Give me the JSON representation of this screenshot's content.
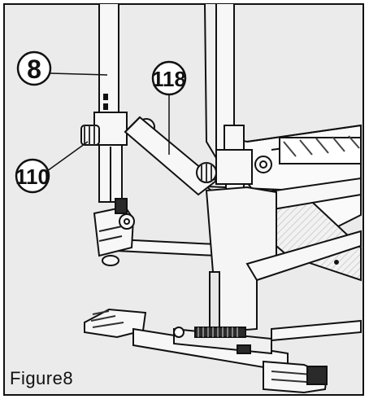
{
  "figure": {
    "caption": "Figure8"
  },
  "callouts": [
    {
      "label": "8",
      "target": "upright post"
    },
    {
      "label": "118",
      "target": "handlebar arm"
    },
    {
      "label": "110",
      "target": "knob"
    }
  ],
  "colors": {
    "background": "#ebebeb",
    "line": "#111111",
    "part_fill": "#f7f7f7",
    "part_dark": "#2a2a2a"
  }
}
